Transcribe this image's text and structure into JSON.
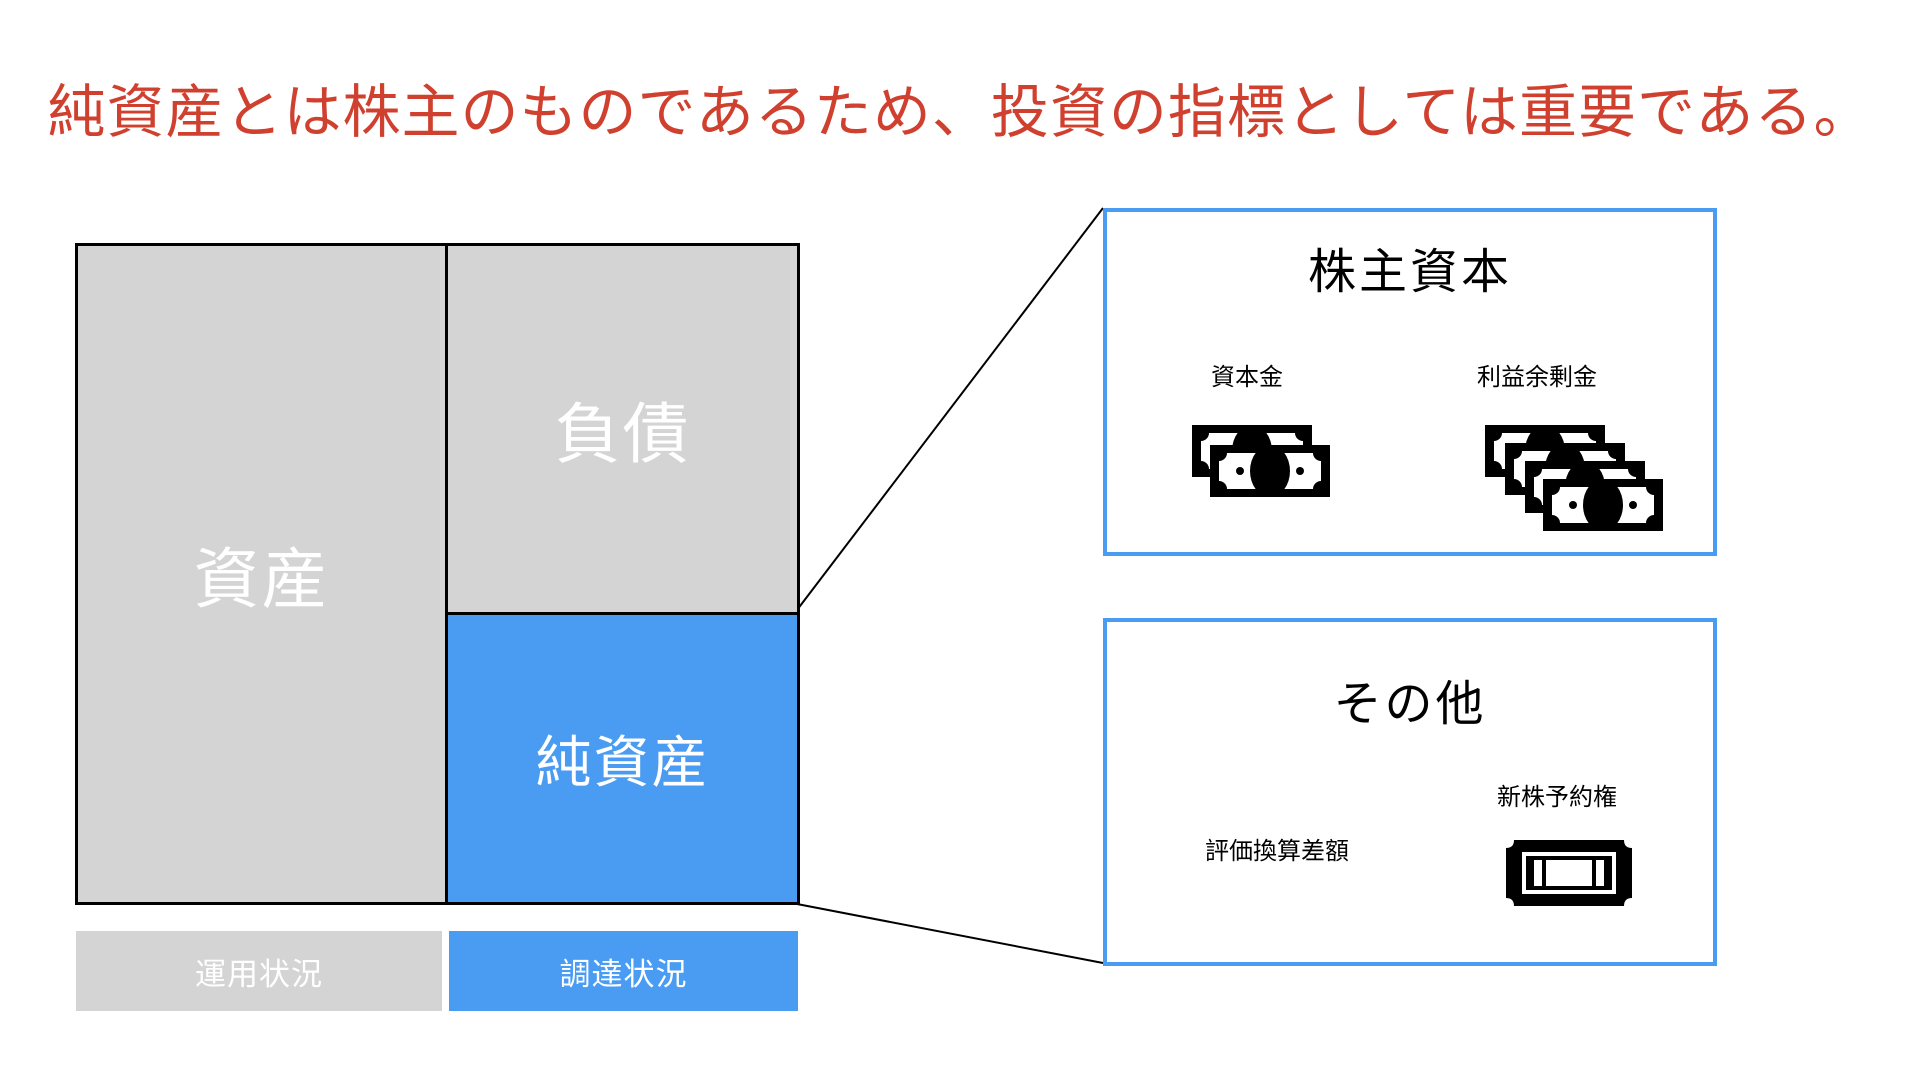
{
  "headline": "純資産とは株主のものであるため、投資の指標としては重要である。",
  "balance_sheet": {
    "assets_label": "資産",
    "liabilities_label": "負債",
    "net_assets_label": "純資産",
    "usage_caption": "運用状況",
    "funding_caption": "調達状況"
  },
  "shareholders_equity": {
    "title": "株主資本",
    "capital_stock_label": "資本金",
    "retained_earnings_label": "利益余剰金",
    "capital_stock_icon": "banknote-stack-icon",
    "retained_earnings_icon": "banknote-pile-icon"
  },
  "other": {
    "title": "その他",
    "valuation_label": "評価換算差額",
    "warrants_label": "新株予約権",
    "warrants_icon": "ticket-icon"
  },
  "colors": {
    "headline": "#d0402f",
    "gray_block": "#d4d4d4",
    "blue_block": "#4a9cf3",
    "block_text": "#ffffff",
    "panel_border": "#4a9cf3",
    "connector": "#000000"
  }
}
